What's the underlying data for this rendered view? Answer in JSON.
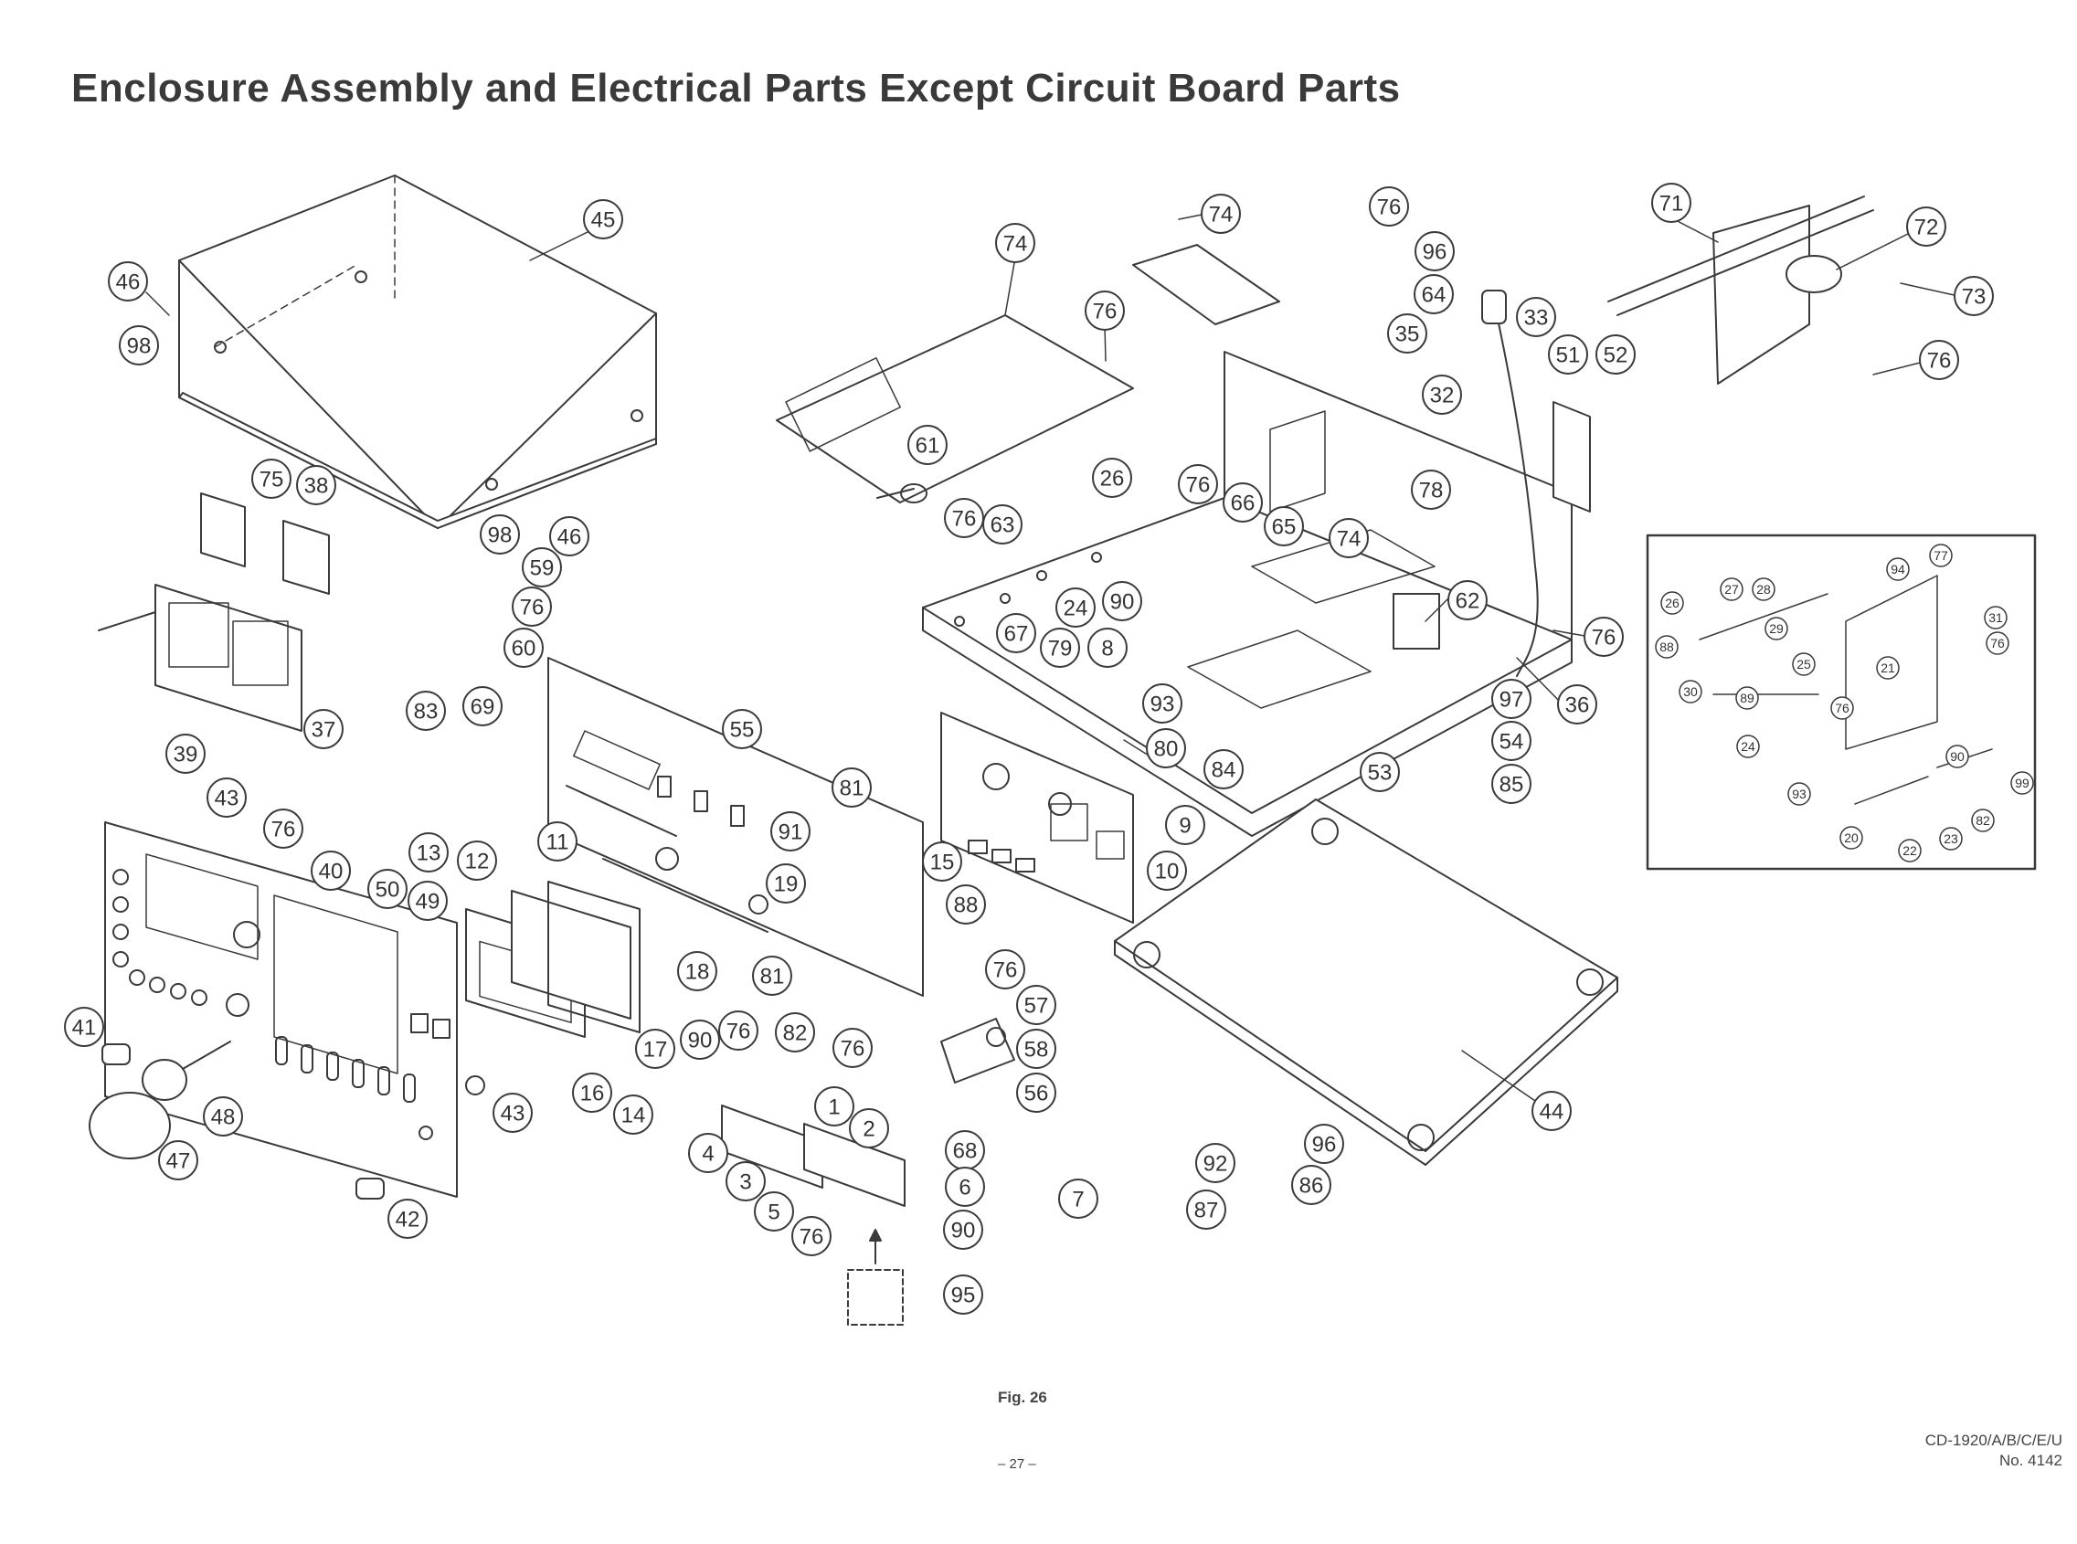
{
  "title": "Enclosure Assembly and Electrical Parts Except Circuit Board Parts",
  "figure_label": "Fig. 26",
  "page_number": "– 27 –",
  "model": "CD-1920/A/B/C/E/U",
  "document_number": "No. 4142",
  "callouts_main": [
    [
      "45",
      660,
      240
    ],
    [
      "46",
      140,
      308
    ],
    [
      "98",
      152,
      378
    ],
    [
      "75",
      297,
      524
    ],
    [
      "38",
      346,
      531
    ],
    [
      "37",
      354,
      798
    ],
    [
      "39",
      203,
      825
    ],
    [
      "74",
      1111,
      266
    ],
    [
      "76",
      1209,
      340
    ],
    [
      "74",
      1336,
      234
    ],
    [
      "61",
      1015,
      487
    ],
    [
      "76",
      1055,
      567
    ],
    [
      "63",
      1097,
      574
    ],
    [
      "98",
      547,
      585
    ],
    [
      "46",
      623,
      587
    ],
    [
      "59",
      593,
      621
    ],
    [
      "76",
      582,
      664
    ],
    [
      "60",
      573,
      709
    ],
    [
      "26",
      1217,
      523
    ],
    [
      "76",
      1311,
      530
    ],
    [
      "66",
      1360,
      550
    ],
    [
      "65",
      1405,
      576
    ],
    [
      "74",
      1476,
      589
    ],
    [
      "78",
      1566,
      536
    ],
    [
      "62",
      1606,
      657
    ],
    [
      "76",
      1755,
      697
    ],
    [
      "36",
      1726,
      771
    ],
    [
      "97",
      1654,
      765
    ],
    [
      "54",
      1654,
      811
    ],
    [
      "85",
      1654,
      858
    ],
    [
      "53",
      1510,
      845
    ],
    [
      "24",
      1177,
      665
    ],
    [
      "90",
      1228,
      658
    ],
    [
      "67",
      1112,
      693
    ],
    [
      "79",
      1160,
      709
    ],
    [
      "8",
      1212,
      709
    ],
    [
      "93",
      1272,
      770
    ],
    [
      "80",
      1276,
      819
    ],
    [
      "84",
      1339,
      842
    ],
    [
      "9",
      1297,
      903
    ],
    [
      "10",
      1277,
      953
    ],
    [
      "76",
      1520,
      226
    ],
    [
      "96",
      1570,
      275
    ],
    [
      "64",
      1569,
      322
    ],
    [
      "35",
      1540,
      365
    ],
    [
      "33",
      1681,
      347
    ],
    [
      "32",
      1578,
      432
    ],
    [
      "51",
      1716,
      388
    ],
    [
      "52",
      1768,
      388
    ],
    [
      "83",
      466,
      778
    ],
    [
      "69",
      528,
      773
    ],
    [
      "55",
      812,
      798
    ],
    [
      "81",
      932,
      862
    ],
    [
      "91",
      865,
      910
    ],
    [
      "19",
      860,
      967
    ],
    [
      "15",
      1031,
      943
    ],
    [
      "88",
      1057,
      990
    ],
    [
      "81",
      845,
      1068
    ],
    [
      "76",
      1100,
      1061
    ],
    [
      "57",
      1134,
      1100
    ],
    [
      "58",
      1134,
      1148
    ],
    [
      "56",
      1134,
      1196
    ],
    [
      "82",
      870,
      1130
    ],
    [
      "76",
      933,
      1147
    ],
    [
      "43",
      248,
      873
    ],
    [
      "76",
      310,
      907
    ],
    [
      "40",
      362,
      953
    ],
    [
      "13",
      469,
      933
    ],
    [
      "12",
      522,
      942
    ],
    [
      "11",
      610,
      921
    ],
    [
      "50",
      424,
      973
    ],
    [
      "49",
      468,
      986
    ],
    [
      "18",
      763,
      1063
    ],
    [
      "17",
      717,
      1148
    ],
    [
      "90",
      766,
      1138
    ],
    [
      "76",
      808,
      1128
    ],
    [
      "16",
      648,
      1196
    ],
    [
      "14",
      693,
      1220
    ],
    [
      "41",
      92,
      1124
    ],
    [
      "48",
      244,
      1222
    ],
    [
      "43",
      561,
      1218
    ],
    [
      "47",
      195,
      1270
    ],
    [
      "42",
      446,
      1334
    ],
    [
      "1",
      913,
      1211
    ],
    [
      "2",
      951,
      1235
    ],
    [
      "4",
      775,
      1262
    ],
    [
      "3",
      816,
      1293
    ],
    [
      "5",
      847,
      1326
    ],
    [
      "68",
      1056,
      1259
    ],
    [
      "6",
      1056,
      1299
    ],
    [
      "90",
      1054,
      1346
    ],
    [
      "76",
      888,
      1353
    ],
    [
      "95",
      1054,
      1417
    ],
    [
      "44",
      1698,
      1216
    ],
    [
      "96",
      1449,
      1252
    ],
    [
      "86",
      1435,
      1297
    ],
    [
      "92",
      1330,
      1273
    ],
    [
      "7",
      1180,
      1312
    ],
    [
      "87",
      1320,
      1324
    ],
    [
      "71",
      1829,
      222
    ],
    [
      "72",
      2108,
      248
    ],
    [
      "73",
      2160,
      324
    ],
    [
      "76",
      2122,
      394
    ]
  ],
  "callouts_inset": [
    [
      "77",
      2124,
      608
    ],
    [
      "94",
      2077,
      623
    ],
    [
      "26",
      1830,
      660
    ],
    [
      "27",
      1895,
      645
    ],
    [
      "28",
      1930,
      645
    ],
    [
      "29",
      1944,
      688
    ],
    [
      "31",
      2184,
      676
    ],
    [
      "76",
      2186,
      704
    ],
    [
      "88",
      1824,
      708
    ],
    [
      "25",
      1974,
      727
    ],
    [
      "21",
      2066,
      731
    ],
    [
      "30",
      1850,
      757
    ],
    [
      "89",
      1912,
      764
    ],
    [
      "76",
      2016,
      775
    ],
    [
      "24",
      1913,
      817
    ],
    [
      "93",
      1969,
      869
    ],
    [
      "90",
      2142,
      828
    ],
    [
      "99",
      2213,
      857
    ],
    [
      "82",
      2170,
      898
    ],
    [
      "20",
      2026,
      917
    ],
    [
      "22",
      2090,
      931
    ],
    [
      "23",
      2135,
      918
    ]
  ]
}
